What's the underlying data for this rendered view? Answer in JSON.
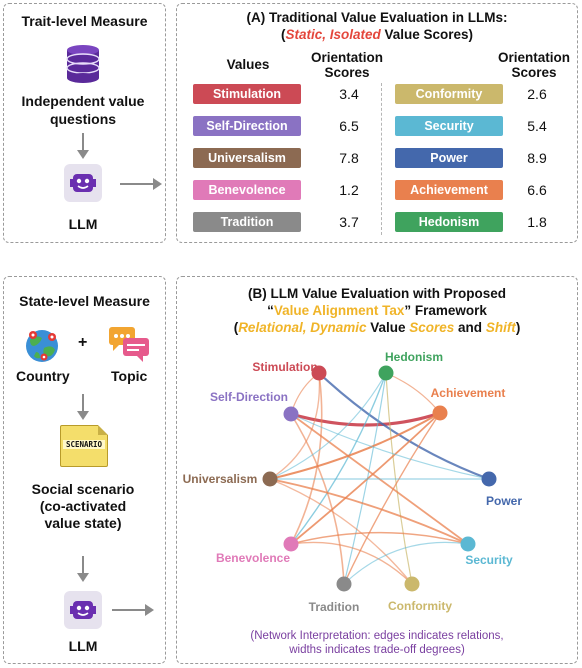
{
  "left_top": {
    "title": "Trait-level Measure",
    "questions_label": "Independent value questions",
    "llm_label": "LLM"
  },
  "left_bottom": {
    "title": "State-level Measure",
    "country_label": "Country",
    "plus": "+",
    "topic_label": "Topic",
    "scenario_tag": "SCENARIO",
    "scenario_label_1": "Social scenario",
    "scenario_label_2": "(co-activated",
    "scenario_label_3": "value state)",
    "llm_label": "LLM"
  },
  "panel_a": {
    "title": "(A) Traditional Value Evaluation in LLMs:",
    "subtitle_open": "(",
    "subtitle_em": "Static, Isolated",
    "subtitle_rest": " Value Scores)",
    "col_values": "Values",
    "col_scores": "Orientation Scores",
    "left_rows": [
      {
        "label": "Stimulation",
        "score": "3.4",
        "color": "#cc4a55"
      },
      {
        "label": "Self-Direction",
        "score": "6.5",
        "color": "#8a72c3"
      },
      {
        "label": "Universalism",
        "score": "7.8",
        "color": "#8c6a52"
      },
      {
        "label": "Benevolence",
        "score": "1.2",
        "color": "#e07ab8"
      },
      {
        "label": "Tradition",
        "score": "3.7",
        "color": "#8a8a8a"
      }
    ],
    "right_rows": [
      {
        "label": "Conformity",
        "score": "2.6",
        "color": "#cbb86c"
      },
      {
        "label": "Security",
        "score": "5.4",
        "color": "#5bb8d3"
      },
      {
        "label": "Power",
        "score": "8.9",
        "color": "#4468ac"
      },
      {
        "label": "Achievement",
        "score": "6.6",
        "color": "#e9804e"
      },
      {
        "label": "Hedonism",
        "score": "1.8",
        "color": "#3fa35e"
      }
    ]
  },
  "panel_b": {
    "title": "(B) LLM Value Evaluation with Proposed",
    "line2_open": "“",
    "line2_em": "Value Alignment Tax",
    "line2_rest": "” Framework",
    "line3_open": "(",
    "line3_em": "Relational, Dynamic",
    "line3_mid": " Value ",
    "line3_em2": "Scores",
    "line3_and": " and ",
    "line3_em3": "Shift",
    "line3_close": ")",
    "note_1": "(Network Interpretation: edges indicates relations,",
    "note_2": "widths indicates trade-off degrees)",
    "nodes": [
      {
        "id": "stimulation",
        "label": "Stimulation",
        "color": "#cc4a55"
      },
      {
        "id": "hedonism",
        "label": "Hedonism",
        "color": "#3fa35e"
      },
      {
        "id": "achievement",
        "label": "Achievement",
        "color": "#e9804e"
      },
      {
        "id": "self_direction",
        "label": "Self-Direction",
        "color": "#8a72c3"
      },
      {
        "id": "universalism",
        "label": "Universalism",
        "color": "#8c6a52"
      },
      {
        "id": "power",
        "label": "Power",
        "color": "#4468ac"
      },
      {
        "id": "benevolence",
        "label": "Benevolence",
        "color": "#e07ab8"
      },
      {
        "id": "security",
        "label": "Security",
        "color": "#5bb8d3"
      },
      {
        "id": "tradition",
        "label": "Tradition",
        "color": "#8a8a8a"
      },
      {
        "id": "conformity",
        "label": "Conformity",
        "color": "#cbb86c"
      }
    ]
  },
  "colors": {
    "emphasis_red": "#e4473c",
    "emphasis_orange": "#f0b428",
    "note_purple": "#7a3fa0",
    "robot": "#6a2fb0"
  }
}
